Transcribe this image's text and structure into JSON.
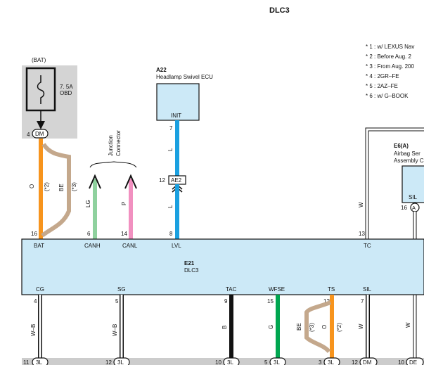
{
  "page_title": "DLC3",
  "notes": [
    "* 1 : w/ LEXUS Nav",
    "* 2 : Before Aug.  2",
    "* 3 : From Aug.  200",
    "* 4 : 2GR–FE",
    "* 5 : 2AZ–FE",
    "* 6 : w/ G–BOOK"
  ],
  "fuse_block": {
    "label": "(BAT)",
    "rating": "7. 5A",
    "name": "OBD",
    "pin": "4",
    "connector": "DM"
  },
  "junction_connector": {
    "line1": "Junction",
    "line2": "Connector"
  },
  "headlamp_ecu": {
    "code": "A22",
    "name": "Headlamp Swivel ECU",
    "terminal": "INIT",
    "pin": "7",
    "wire_color_upper": "L",
    "inline_connector": "AE2",
    "inline_pin": "12",
    "wire_color_lower": "L"
  },
  "airbag": {
    "code": "E6(A)",
    "name_line1": "Airbag Ser",
    "name_line2": "Assembly C",
    "terminal": "SIL",
    "pin": "16",
    "connector": "A"
  },
  "dlc3": {
    "code": "E21",
    "name": "DLC3",
    "top_terminals": [
      "BAT",
      "CANH",
      "CANL",
      "LVL",
      "TC"
    ],
    "top_pins": [
      "16",
      "6",
      "14",
      "8",
      "13"
    ],
    "bottom_terminals": [
      "CG",
      "SG",
      "TAC",
      "WFSE",
      "TS",
      "SIL"
    ],
    "bottom_pins": [
      "4",
      "5",
      "9",
      "15",
      "12",
      "7"
    ]
  },
  "top_wires": {
    "bat_color": "O",
    "bat_note": "(*2)",
    "be_color": "BE",
    "be_note": "(*3)",
    "canh_color": "LG",
    "canl_color": "P",
    "tc_color": "W"
  },
  "bottom_wires": {
    "cg_color": "W–B",
    "sg_color": "W–B",
    "tac_color": "B",
    "wfse_color": "G",
    "ts_be_color": "BE",
    "ts_be_note": "(*3)",
    "ts_o_color": "O",
    "ts_o_note": "(*2)",
    "sil_color": "W",
    "right_color": "W"
  },
  "ground_connectors": [
    {
      "pin": "11",
      "connector": "3L"
    },
    {
      "pin": "12",
      "connector": "3L"
    },
    {
      "pin": "10",
      "connector": "3L"
    },
    {
      "pin": "5",
      "connector": "3L"
    },
    {
      "pin": "3",
      "connector": "3L"
    },
    {
      "pin": "12",
      "connector": "DM"
    },
    {
      "pin": "10",
      "connector": "DE"
    }
  ],
  "colors": {
    "ecu_fill": "#cce9f7",
    "fuse_bg": "#d4d4d4",
    "ground_bar": "#cccccc",
    "orange": "#f7941d",
    "beige": "#c4a88c",
    "light_green": "#8fd19e",
    "pink": "#f190c0",
    "blue": "#1aa0e0",
    "green": "#00a650",
    "black": "#111111",
    "white_wire": "#ffffff"
  }
}
